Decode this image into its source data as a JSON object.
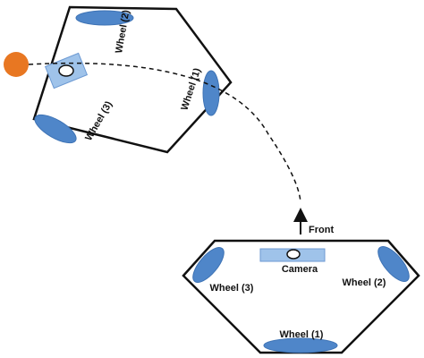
{
  "colors": {
    "wheel": "#4f86c9",
    "wheel_stroke": "#3e73b5",
    "camera": "#9fc3ea",
    "camera_stroke": "#6d9ad3",
    "ball": "#e87722",
    "outline": "#111111"
  },
  "top_robot": {
    "wheel_1": "Wheel (1)",
    "wheel_2": "Wheel (2)",
    "wheel_3": "Wheel (3)"
  },
  "bottom_robot": {
    "camera": "Camera",
    "wheel_1": "Wheel (1)",
    "wheel_2": "Wheel (2)",
    "wheel_3": "Wheel (3)"
  },
  "front_label": "Front"
}
